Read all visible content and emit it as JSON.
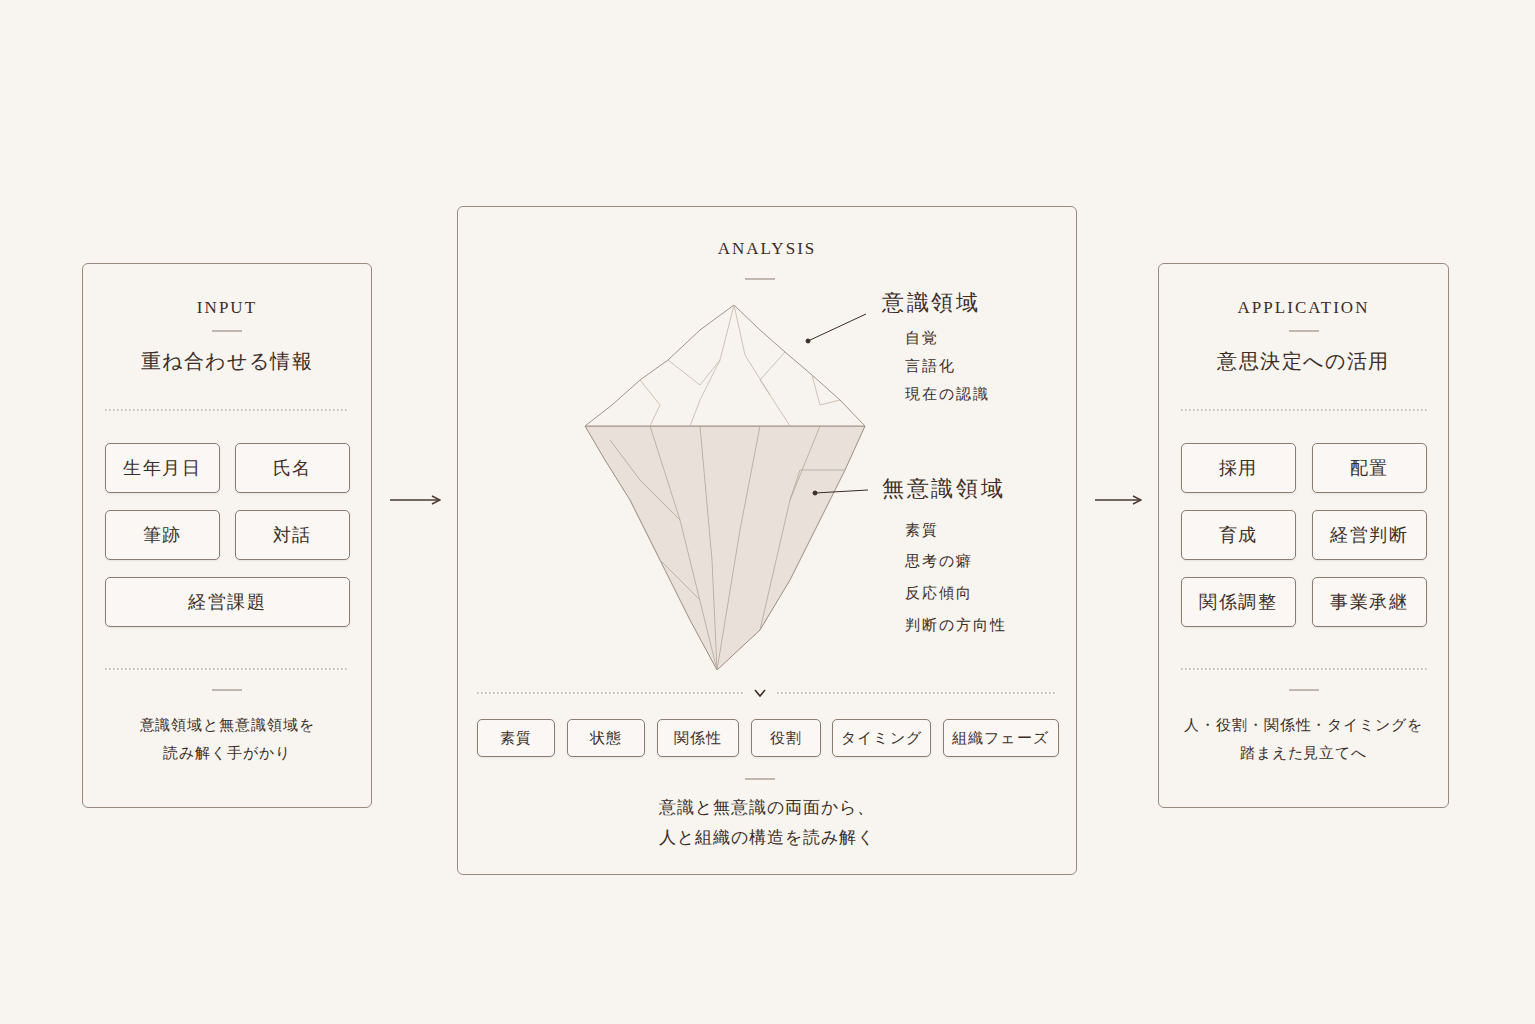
{
  "diagram": {
    "nodes": [
      {
        "text": [
          "INPUT",
          "重ね合わせる情報",
          "意識領域と無意識領域を 読み解く手がかり"
        ]
      },
      {
        "text": [
          "生年月日"
        ],
        "in": 0
      },
      {
        "text": [
          "氏名"
        ],
        "in": 0
      },
      {
        "text": [
          "筆跡"
        ],
        "in": 0
      },
      {
        "text": [
          "対話"
        ],
        "in": 0
      },
      {
        "text": [
          "経営課題"
        ],
        "in": 0
      },
      {
        "text": [
          "ANALYSIS",
          "意識と無意識の両面から、 人と組織の構造を読み解く"
        ]
      },
      {
        "text": [
          "素質"
        ],
        "in": 6
      },
      {
        "text": [
          "状態"
        ],
        "in": 6
      },
      {
        "text": [
          "関係性"
        ],
        "in": 6
      },
      {
        "text": [
          "役割"
        ],
        "in": 6
      },
      {
        "text": [
          "タイミング"
        ],
        "in": 6
      },
      {
        "text": [
          "組織フェーズ"
        ],
        "in": 6
      },
      {
        "text": [
          "APPLICATION",
          "意思決定への活用",
          "人・役割・関係性・タイミングを 踏まえた見立てへ"
        ]
      },
      {
        "text": [
          "採用"
        ],
        "in": 13
      },
      {
        "text": [
          "配置"
        ],
        "in": 13
      },
      {
        "text": [
          "育成"
        ],
        "in": 13
      },
      {
        "text": [
          "経営判断"
        ],
        "in": 13
      },
      {
        "text": [
          "関係調整"
        ],
        "in": 13
      },
      {
        "text": [
          "事業承継"
        ],
        "in": 13
      }
    ],
    "edges": [
      {
        "from": 0,
        "to": 6,
        "arrow": "to"
      },
      {
        "from": 6,
        "to": 13,
        "arrow": "to"
      }
    ],
    "labels": [
      "意識領域",
      "自覚",
      "言語化",
      "現在の認識",
      "無意識領域",
      "素質",
      "思考の癖",
      "反応傾向",
      "判断の方向性"
    ]
  }
}
